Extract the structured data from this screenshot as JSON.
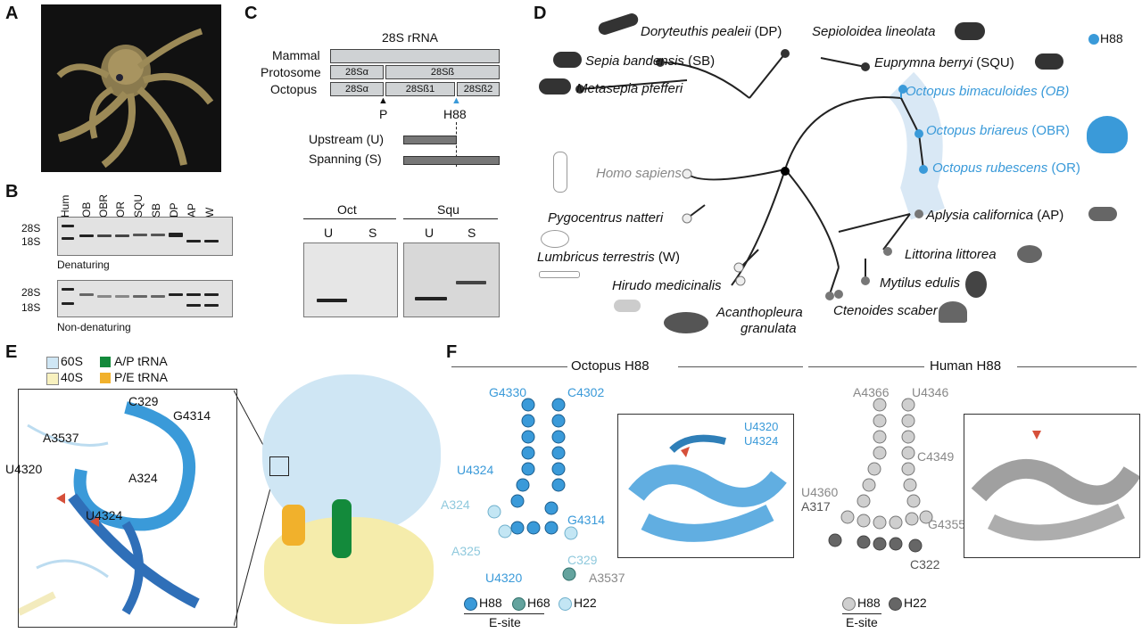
{
  "panels": {
    "a": "A",
    "b": "B",
    "c": "C",
    "d": "D",
    "e": "E",
    "f": "F"
  },
  "panel_b": {
    "lanes": [
      "Hum",
      "OB",
      "OBR",
      "OR",
      "SQU",
      "SB",
      "DP",
      "AP",
      "W"
    ],
    "marker_28s": "28S",
    "marker_18s": "18S",
    "denaturing": "Denaturing",
    "non_denaturing": "Non-denaturing"
  },
  "panel_c": {
    "title": "28S rRNA",
    "rows": [
      "Mammal",
      "Protosome",
      "Octopus"
    ],
    "protosome_a": "28Sα",
    "protosome_b": "28Sß",
    "oct_a": "28Sα",
    "oct_b1": "28Sß1",
    "oct_b2": "28Sß2",
    "site_p": "P",
    "site_h88": "H88",
    "upstream": "Upstream (U)",
    "spanning": "Spanning (S)",
    "gel_oct": "Oct",
    "gel_squ": "Squ",
    "lane_u": "U",
    "lane_s": "S"
  },
  "panel_d": {
    "legend_h88": "H88",
    "species": [
      {
        "name": "Doryteuthis pealeii",
        "abbr": "(DP)"
      },
      {
        "name": "Sepioloidea lineolata",
        "abbr": ""
      },
      {
        "name": "Sepia bandensis",
        "abbr": "(SB)"
      },
      {
        "name": "Euprymna berryi",
        "abbr": "(SQU)"
      },
      {
        "name": "Metasepia pfefferi",
        "abbr": ""
      },
      {
        "name": "Octopus bimaculoides (OB)",
        "abbr": ""
      },
      {
        "name": "Octopus briareus",
        "abbr": "(OBR)"
      },
      {
        "name": "Octopus rubescens",
        "abbr": "(OR)"
      },
      {
        "name": "Homo sapiens",
        "abbr": ""
      },
      {
        "name": "Pygocentrus natteri",
        "abbr": ""
      },
      {
        "name": "Aplysia californica",
        "abbr": "(AP)"
      },
      {
        "name": "Littorina littorea",
        "abbr": ""
      },
      {
        "name": "Lumbricus terrestris",
        "abbr": "(W)"
      },
      {
        "name": "Hirudo medicinalis",
        "abbr": ""
      },
      {
        "name": "Mytilus edulis",
        "abbr": ""
      },
      {
        "name": "Acanthopleura",
        "abbr": ""
      },
      {
        "name": "granulata",
        "abbr": ""
      },
      {
        "name": "Ctenoides scaber",
        "abbr": ""
      }
    ]
  },
  "panel_e": {
    "legend": [
      "60S",
      "40S",
      "A/P tRNA",
      "P/E tRNA"
    ],
    "labels": [
      "C329",
      "G4314",
      "A3537",
      "U4320",
      "A324",
      "U4324"
    ]
  },
  "panel_f": {
    "octopus_title": "Octopus H88",
    "human_title": "Human H88",
    "oct_labels": [
      "G4330",
      "C4302",
      "U4324",
      "A324",
      "G4314",
      "A325",
      "C329",
      "U4320",
      "A3537"
    ],
    "oct_inset": [
      "U4320",
      "U4324"
    ],
    "hum_labels": [
      "A4366",
      "U4346",
      "C4349",
      "U4360",
      "A317",
      "G4355",
      "C322"
    ],
    "legend_oct": [
      "H88",
      "H68",
      "H22"
    ],
    "legend_hum": [
      "H88",
      "H22"
    ],
    "esite": "E-site"
  }
}
